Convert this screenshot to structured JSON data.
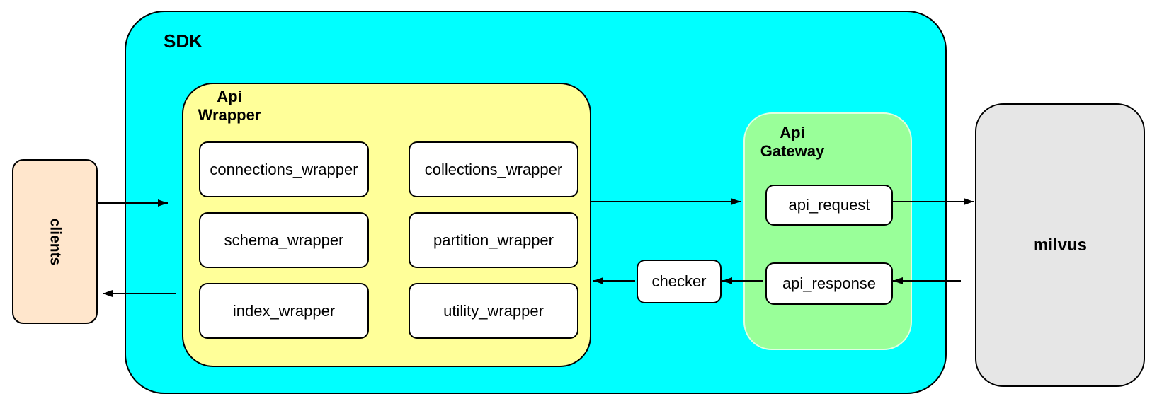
{
  "colors": {
    "sdk_fill": "#00ffff",
    "wrapper_fill": "#ffff99",
    "gateway_fill": "#99ff99",
    "clients_fill": "#ffe6cc",
    "milvus_fill": "#e6e6e6",
    "node_fill": "#ffffff",
    "stroke": "#000000"
  },
  "nodes": {
    "clients": {
      "label": "clients"
    },
    "sdk": {
      "label": "SDK"
    },
    "api_wrapper": {
      "label_line1": "Api",
      "label_line2": "Wrapper",
      "children": [
        "connections_wrapper",
        "collections_wrapper",
        "schema_wrapper",
        "partition_wrapper",
        "index_wrapper",
        "utility_wrapper"
      ]
    },
    "checker": {
      "label": "checker"
    },
    "api_gateway": {
      "label_line1": "Api",
      "label_line2": "Gateway",
      "children": [
        "api_request",
        "api_response"
      ]
    },
    "milvus": {
      "label": "milvus"
    }
  },
  "edges": [
    {
      "from": "clients",
      "to": "sdk"
    },
    {
      "from": "api_wrapper",
      "to": "api_gateway"
    },
    {
      "from": "api_request",
      "to": "milvus"
    },
    {
      "from": "milvus",
      "to": "api_response"
    },
    {
      "from": "api_response",
      "to": "checker"
    },
    {
      "from": "checker",
      "to": "api_wrapper"
    },
    {
      "from": "api_wrapper",
      "to": "clients"
    }
  ]
}
